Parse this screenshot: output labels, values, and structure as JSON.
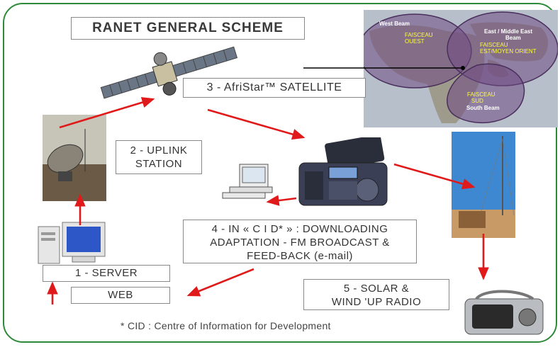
{
  "title": "RANET GENERAL SCHEME",
  "labels": {
    "satellite": "3 - AfriStar™ SATELLITE",
    "uplink_line1": "2 - UPLINK",
    "uplink_line2": "STATION",
    "cid_line1": "4 - IN « C I D* » : DOWNLOADING",
    "cid_line2": "ADAPTATION - FM BROADCAST &",
    "cid_line3": "FEED-BACK  (e-mail)",
    "server": "1 - SERVER",
    "web": "WEB",
    "solar_line1": "5 - SOLAR &",
    "solar_line2": "WIND 'UP RADIO",
    "footnote": "* CID : Centre  of Information for Development"
  },
  "map": {
    "west_beam": "West Beam",
    "faisceau_ouest_1": "FAISCEAU",
    "faisceau_ouest_2": "OUEST",
    "east_beam_1": "East / Middle East",
    "east_beam_2": "Beam",
    "faisceau_est_1": "FAISCEAU",
    "faisceau_est_2": "EST/MOYEN ORIENT",
    "faisceau_sud_1": "FAISCEAU",
    "faisceau_sud_2": "SUD",
    "south_beam": "South Beam"
  },
  "colors": {
    "frame": "#2e8b3a",
    "arrow": "#e01a1a",
    "map_sea": "#b4bcc8",
    "beam": "#6f4a84",
    "map_text": "#ffff33"
  }
}
